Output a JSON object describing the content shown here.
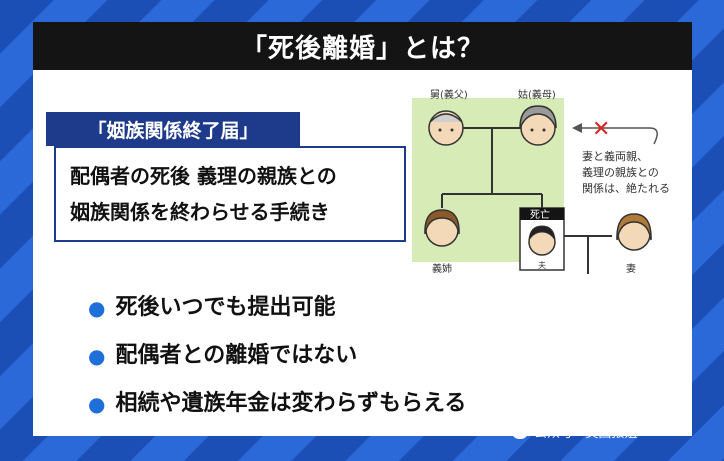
{
  "title": "「死後離婚」とは？",
  "subtitle": "「姻族関係終了届」",
  "definition_lines": [
    "配偶者の死後 義理の親族との",
    "姻族関係を終わらせる手続き"
  ],
  "bullets": [
    "死後いつでも提出可能",
    "配偶者との離婚ではない",
    "相続や遺族年金は変わらずもらえる"
  ],
  "bullet_glyph": "●",
  "diagram": {
    "father_label": "舅(義父)",
    "mother_label": "姑(義母)",
    "sister_label": "義姉",
    "deceased_tag": "死亡",
    "husband_label": "夫",
    "wife_label": "妻",
    "cross_mark": "✕",
    "note_lines": [
      "妻と義両親、",
      "義理の親族との",
      "関係は、絶たれる"
    ]
  },
  "watermark": "公众号 · 英国报姐",
  "colors": {
    "title_bg": "#141414",
    "label_bg": "#1e3a8a",
    "bullet": "#1e6fd9",
    "panel_green": "#d6ebb5",
    "cross": "#d62828",
    "background": "#1b4fb6"
  }
}
